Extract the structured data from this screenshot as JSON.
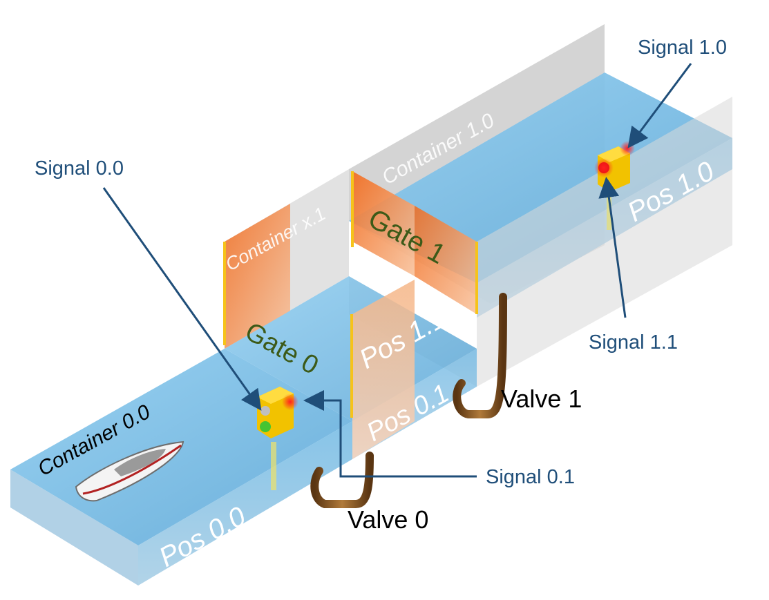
{
  "containers": {
    "c00": "Container 0.0",
    "cx1": "Container x.1",
    "c10": "Container 1.0"
  },
  "gates": {
    "g0": "Gate 0",
    "g1": "Gate 1"
  },
  "positions": {
    "p00": "Pos 0.0",
    "p01": "Pos 0.1",
    "p11": "Pos 1.1",
    "p10": "Pos 1.0"
  },
  "signals": {
    "s00": "Signal 0.0",
    "s01": "Signal 0.1",
    "s10": "Signal 1.0",
    "s11": "Signal 1.1"
  },
  "valves": {
    "v0": "Valve 0",
    "v1": "Valve 1"
  },
  "colors": {
    "water": "#6fb6e0",
    "gate": "#f08a4b",
    "wall": "#c8c8c8",
    "callout": "#1f4e79",
    "pipe": "#8b5a2b",
    "signal_body": "#f2c200"
  }
}
